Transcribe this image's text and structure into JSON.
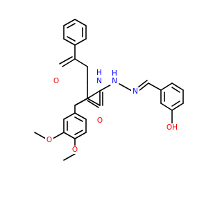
{
  "molecule": {
    "colors": {
      "bond": "#000000",
      "oxygen": "#ff0000",
      "nitrogen": "#0000ff",
      "background": "#ffffff"
    },
    "atoms": {
      "o_carbonyl_benzoyl": {
        "label": "O",
        "element": "oxygen"
      },
      "n_amide": {
        "label": "N",
        "element": "nitrogen"
      },
      "h_amide": {
        "label": "H",
        "element": "nitrogen"
      },
      "o_carbonyl_hydrazide": {
        "label": "O",
        "element": "oxygen"
      },
      "n_hydrazide_nh": {
        "label": "N",
        "element": "nitrogen"
      },
      "h_hydrazide": {
        "label": "H",
        "element": "nitrogen"
      },
      "n_imine": {
        "label": "N",
        "element": "nitrogen"
      },
      "oh_phenol": {
        "label": "OH",
        "element": "oxygen"
      },
      "o_methoxy_1": {
        "label": "O",
        "element": "oxygen"
      },
      "o_methoxy_2": {
        "label": "O",
        "element": "oxygen"
      }
    }
  }
}
